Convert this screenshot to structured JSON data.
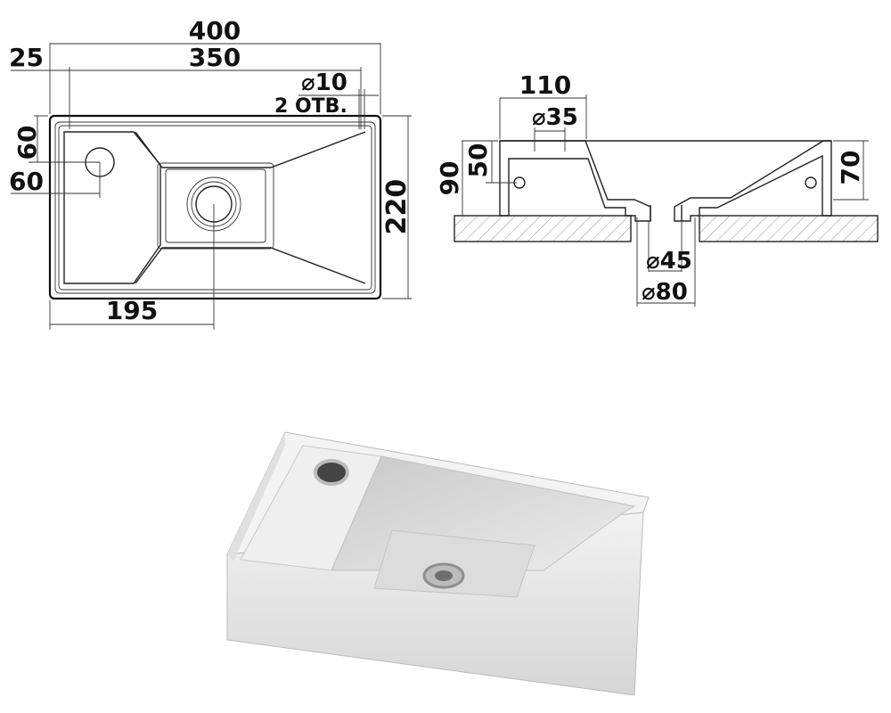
{
  "top_view": {
    "dims": {
      "width_overall": "400",
      "hole_spacing": "350",
      "edge_offset": "25",
      "hole_diameter": "⌀10",
      "hole_count": "2 ОТВ.",
      "tap_hole_from_top": "60",
      "tap_hole_from_side": "60",
      "depth_overall": "220",
      "drain_from_side": "195"
    }
  },
  "section_view": {
    "dims": {
      "tap_deck_width": "110",
      "tap_hole_diameter": "⌀35",
      "height_total": "90",
      "overflow_height": "50",
      "bowl_depth": "70",
      "drain_diameter": "⌀45",
      "drain_outer_diameter": "⌀80"
    }
  },
  "colors": {
    "line": "#222222",
    "ceramic": "#e6e6e6",
    "shadow": "#bdbdbd"
  }
}
